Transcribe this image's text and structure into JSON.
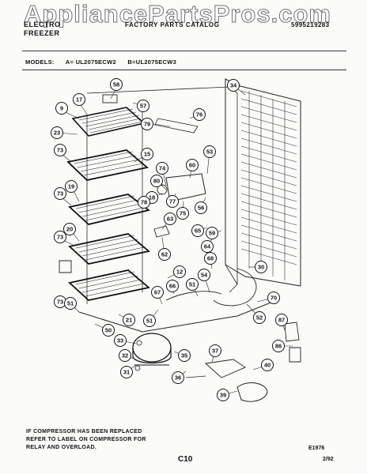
{
  "watermark": "AppliancePartsPros.com",
  "header": {
    "brand": "ELECTRO",
    "product": "FREEZER",
    "title": "FACTORY PARTS CATALOG",
    "doc_number": "5995219283"
  },
  "models": {
    "label": "MODELS:",
    "a": "A= UL2075ECW2",
    "b": "B=UL2075ECW3"
  },
  "callouts": [
    {
      "label": "58"
    },
    {
      "label": "57"
    },
    {
      "label": "17"
    },
    {
      "label": "9"
    },
    {
      "label": "23"
    },
    {
      "label": "79"
    },
    {
      "label": "76"
    },
    {
      "label": "34"
    },
    {
      "label": "73"
    },
    {
      "label": "15"
    },
    {
      "label": "53"
    },
    {
      "label": "74"
    },
    {
      "label": "60"
    },
    {
      "label": "80"
    },
    {
      "label": "19"
    },
    {
      "label": "73"
    },
    {
      "label": "18"
    },
    {
      "label": "77"
    },
    {
      "label": "78"
    },
    {
      "label": "56"
    },
    {
      "label": "63"
    },
    {
      "label": "75"
    },
    {
      "label": "20"
    },
    {
      "label": "65"
    },
    {
      "label": "59"
    },
    {
      "label": "73"
    },
    {
      "label": "64"
    },
    {
      "label": "62"
    },
    {
      "label": "68"
    },
    {
      "label": "30"
    },
    {
      "label": "12"
    },
    {
      "label": "66"
    },
    {
      "label": "54"
    },
    {
      "label": "51"
    },
    {
      "label": "67"
    },
    {
      "label": "73"
    },
    {
      "label": "51"
    },
    {
      "label": "51"
    },
    {
      "label": "70"
    },
    {
      "label": "21"
    },
    {
      "label": "52"
    },
    {
      "label": "50"
    },
    {
      "label": "87"
    },
    {
      "label": "33"
    },
    {
      "label": "86"
    },
    {
      "label": "37"
    },
    {
      "label": "32"
    },
    {
      "label": "35"
    },
    {
      "label": "40"
    },
    {
      "label": "31"
    },
    {
      "label": "36"
    },
    {
      "label": "39"
    }
  ],
  "note": [
    "IF COMPRESSOR HAS BEEN REPLACED",
    "REFER TO LABEL ON COMPRESSOR FOR",
    "RELAY AND OVERLOAD."
  ],
  "drawing_code": "E1976",
  "page_code": "C10",
  "date": "2/92"
}
